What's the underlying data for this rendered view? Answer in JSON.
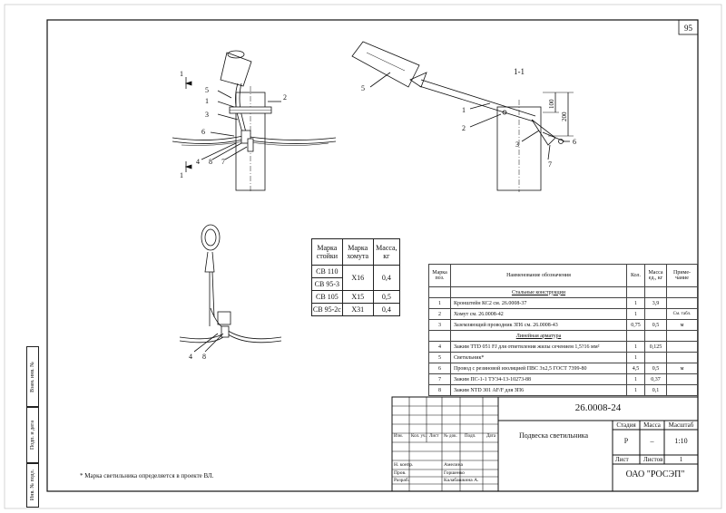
{
  "sheet": {
    "page_number": "95",
    "footnote": "* Марка светильника определяется в проекте ВЛ."
  },
  "side_labels": [
    "Взам. инв. №",
    "Подп. и дата",
    "Инв. № подл."
  ],
  "section_marks": {
    "top_mark": "1",
    "bottom_mark": "1",
    "section_title": "1-1"
  },
  "callouts_front": [
    "5",
    "1",
    "2",
    "3",
    "6",
    "4",
    "8",
    "7"
  ],
  "callouts_side": [
    "5",
    "1",
    "2",
    "3",
    "6",
    "7"
  ],
  "callouts_lower": [
    "4",
    "8"
  ],
  "dimensions": [
    "100",
    "200"
  ],
  "grade_table": {
    "headers": [
      "Марка стойки",
      "Марка хомута",
      "Масса, кг"
    ],
    "rows": [
      {
        "post": "СВ 110",
        "clamp": "Х16",
        "mass": "0,4"
      },
      {
        "post": "СВ 95-3",
        "clamp": "",
        "mass": ""
      },
      {
        "post": "СВ 105",
        "clamp": "Х15",
        "mass": "0,5"
      },
      {
        "post": "СВ 95-2с",
        "clamp": "Х31",
        "mass": "0,4"
      }
    ]
  },
  "spec_table": {
    "headers": [
      "Марка поз.",
      "Наименование обозначения",
      "Кол.",
      "Масса ед., кг",
      "Приме-чание"
    ],
    "section_steel": "Стальные конструкции",
    "section_fittings": "Линейная арматура",
    "rows_steel": [
      {
        "pos": "1",
        "name": "Кронштейн КС2 см. 26.0008-37",
        "qty": "1",
        "mass": "3,9",
        "note": ""
      },
      {
        "pos": "2",
        "name": "Хомут см. 26.0008-42",
        "qty": "1",
        "mass": "",
        "note": "См. табл."
      },
      {
        "pos": "3",
        "name": "Заземляющий проводник ЗП6 см. 26.0008-43",
        "qty": "0,75",
        "mass": "0,5",
        "note": "м"
      }
    ],
    "rows_fittings": [
      {
        "pos": "4",
        "name": "Зажим TTD 051 FJ для ответвления жилы сечением 1,5?16 мм²",
        "qty": "1",
        "mass": "0,125",
        "note": ""
      },
      {
        "pos": "5",
        "name": "Светильник*",
        "qty": "1",
        "mass": "",
        "note": ""
      },
      {
        "pos": "6",
        "name": "Провод с резиновой изоляцией ПВС 3х2,5 ГОСТ 7399-80",
        "qty": "4,5",
        "mass": "0,5",
        "note": "м"
      },
      {
        "pos": "7",
        "name": "Зажим ПС-1-1 ТУ34-13-10273-88",
        "qty": "1",
        "mass": "0,37",
        "note": ""
      },
      {
        "pos": "8",
        "name": "Зажим NTD 301 AF/F для ЗП6",
        "qty": "1",
        "mass": "0,1",
        "note": ""
      }
    ]
  },
  "title_block": {
    "doc_code": "26.0008-24",
    "title": "Подвеска светильника",
    "col_headers": [
      "Изм.",
      "Кол. уч.",
      "Лист",
      "№ док.",
      "Подп.",
      "Дата"
    ],
    "roles": [
      "Н. контр.",
      "Пров.",
      "Разраб."
    ],
    "names": [
      "Амелина",
      "Горшенко",
      "Калабашкина А."
    ],
    "stage_label": "Стадия",
    "mass_label": "Масса",
    "scale_label": "Масштаб",
    "stage": "Р",
    "mass": "–",
    "scale": "1:10",
    "sheet_label": "Лист",
    "sheets_label": "Листов",
    "sheets_count": "1",
    "company": "ОАО \"РОСЭП\""
  }
}
